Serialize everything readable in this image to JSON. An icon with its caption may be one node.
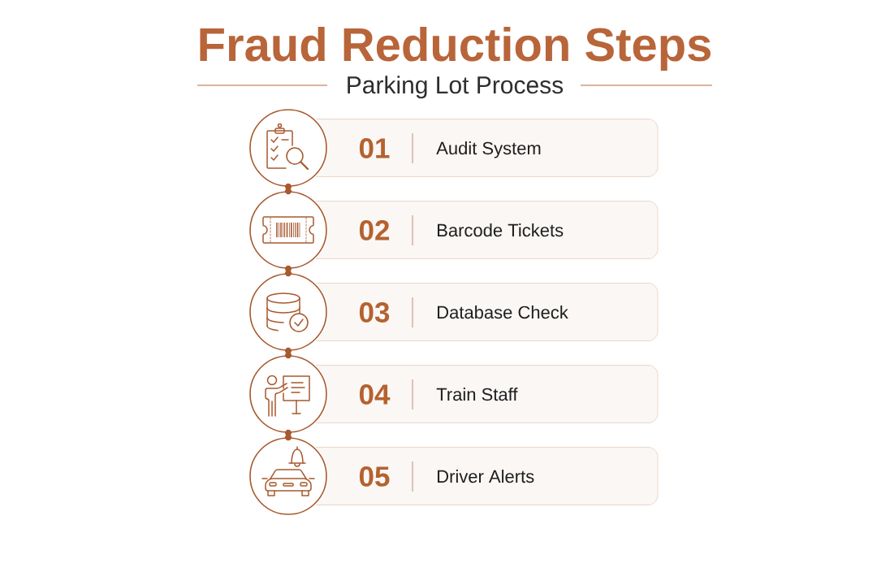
{
  "diagram": {
    "title": "Fraud Reduction Steps",
    "nodes": [
      {
        "text": [],
        "shape": "circle"
      },
      {
        "text": [
          "01",
          "Audit System"
        ]
      },
      {
        "text": [],
        "shape": "circle"
      },
      {
        "text": [
          "02",
          "Barcode Tickets"
        ]
      },
      {
        "text": [],
        "shape": "circle"
      },
      {
        "text": [
          "03",
          "Database Check"
        ]
      },
      {
        "text": [],
        "shape": "circle"
      },
      {
        "text": [
          "04",
          "Train Staff"
        ]
      },
      {
        "text": [],
        "shape": "circle"
      },
      {
        "text": [
          "05",
          "Driver Alerts"
        ]
      }
    ],
    "edges": [
      {
        "from": 0,
        "to": 2,
        "arrow": "other"
      },
      {
        "from": 2,
        "to": 4,
        "arrow": "other"
      },
      {
        "from": 4,
        "to": 6,
        "arrow": "other"
      },
      {
        "from": 6,
        "to": 8,
        "arrow": "other"
      }
    ],
    "labels": [
      "Parking Lot Process"
    ]
  }
}
